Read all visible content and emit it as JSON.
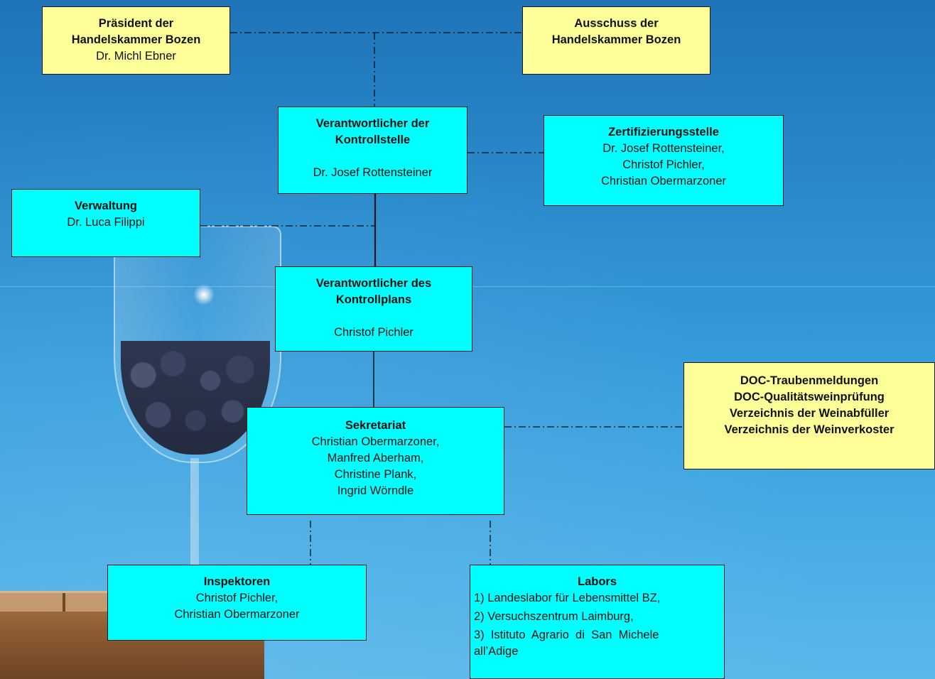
{
  "boxes": {
    "president": {
      "title_lines": [
        "Präsident der",
        "Handelskammer Bozen"
      ],
      "lines": [
        "Dr. Michl Ebner"
      ]
    },
    "committee": {
      "title_lines": [
        "Ausschuss der",
        "Handelskammer Bozen"
      ],
      "lines": []
    },
    "control_head": {
      "title_lines": [
        "Verantwortlicher der",
        "Kontrollstelle"
      ],
      "lines": [
        "Dr. Josef Rottensteiner"
      ]
    },
    "certification": {
      "title_lines": [
        "Zertifizierungsstelle"
      ],
      "lines": [
        "Dr. Josef Rottensteiner,",
        "Christof Pichler,",
        "Christian Obermarzoner"
      ]
    },
    "administration": {
      "title_lines": [
        "Verwaltung"
      ],
      "lines": [
        "Dr. Luca Filippi"
      ]
    },
    "control_plan": {
      "title_lines": [
        "Verantwortlicher des",
        "Kontrollplans"
      ],
      "lines": [
        "Christof Pichler"
      ]
    },
    "doc_tasks": {
      "title_lines": [
        "DOC-Traubenmeldungen",
        "DOC-Qualitätsweinprüfung",
        "Verzeichnis der Weinabfüller",
        "Verzeichnis der Weinverkoster"
      ],
      "lines": []
    },
    "secretariat": {
      "title_lines": [
        "Sekretariat"
      ],
      "lines": [
        "Christian Obermarzoner,",
        "Manfred Aberham,",
        "Christine Plank,",
        "Ingrid Wörndle"
      ]
    },
    "inspectors": {
      "title_lines": [
        "Inspektoren"
      ],
      "lines": [
        "Christof Pichler,",
        "Christian Obermarzoner"
      ]
    },
    "labs": {
      "title_lines": [
        "Labors"
      ],
      "lines": [
        "1) Landeslabor für Lebensmittel BZ,",
        "2)  Versuchszentrum Laimburg,",
        "3)  Istituto  Agrario  di  San  Michele",
        "all’Adige"
      ]
    }
  },
  "colors": {
    "yellow_box": "#ffff99",
    "cyan_box": "#00ffff",
    "background": "#2d8fd0"
  }
}
